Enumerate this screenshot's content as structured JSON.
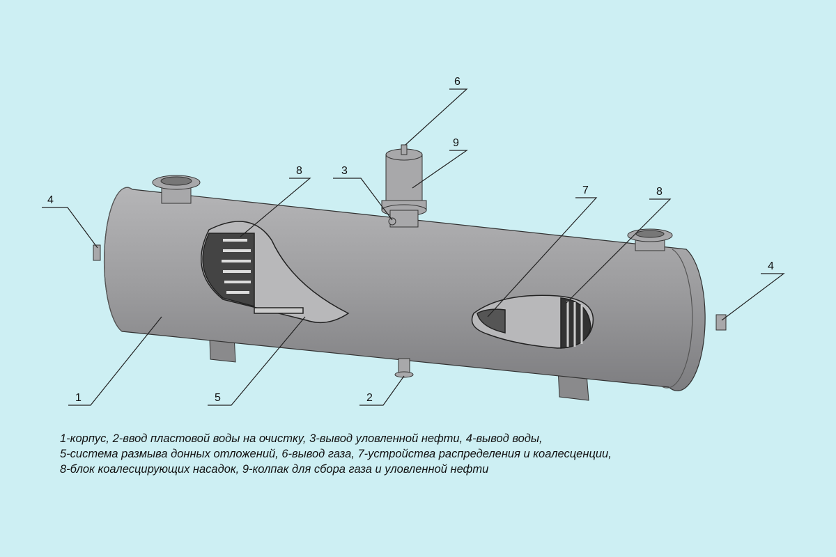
{
  "labels": {
    "l1": "1",
    "l2": "2",
    "l3": "3",
    "l4a": "4",
    "l4b": "4",
    "l5": "5",
    "l6": "6",
    "l7": "7",
    "l8a": "8",
    "l8b": "8",
    "l9": "9"
  },
  "caption": [
    "1-корпус, 2-ввод пластовой воды на очистку, 3-вывод уловленной нефти, 4-вывод воды,",
    "5-система размыва донных отложений, 6-вывод газа, 7-устройства распределения и коалесценции,",
    "8-блок коалесцирующих насадок, 9-колпак для сбора газа и уловленной нефти"
  ],
  "colors": {
    "background": "#cdeff3",
    "body": "#9a9a9c",
    "dark": "#3a3a3a"
  }
}
